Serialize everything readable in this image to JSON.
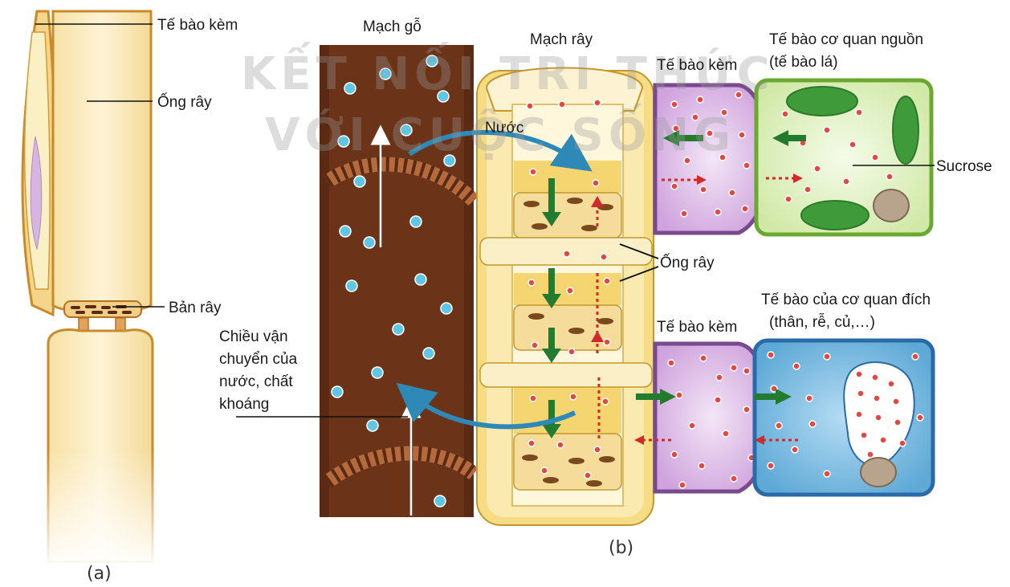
{
  "panel_a": {
    "caption": "(a)",
    "labels": {
      "companion_cell": "Tế bào kèm",
      "sieve_tube": "Ống rây",
      "sieve_plate": "Bản rây"
    }
  },
  "panel_b": {
    "caption": "(b)",
    "labels": {
      "xylem": "Mạch gỗ",
      "phloem": "Mạch rây",
      "water": "Nước",
      "transport_direction_line1": "Chiều vận",
      "transport_direction_line2": "chuyển của",
      "transport_direction_line3": "nước, chất",
      "transport_direction_line4": "khoáng",
      "companion_cell_top": "Tế bào kèm",
      "source_cell_line1": "Tế bào cơ quan nguồn",
      "source_cell_line2": "(tế bào lá)",
      "sucrose": "Sucrose",
      "sieve_tube": "Ống rây",
      "companion_cell_bottom": "Tế bào kèm",
      "sink_cell_line1": "Tế bào của cơ quan đích",
      "sink_cell_line2": "(thân, rễ, củ,…)"
    }
  },
  "watermark": {
    "line1": "KẾT NỐI TRI THỨC",
    "line2": "VỚI CUỘC SỐNG"
  },
  "colors": {
    "xylem_brown": "#6b3419",
    "water_dot": "#5fc6e4",
    "phloem_yellow": "#f6dc84",
    "sucrose_dot": "#e5463e",
    "companion_purple": "#d9b8e4",
    "source_green": "#dff0c0",
    "sink_blue": "#77b9e0",
    "arrow_green": "#237b2f",
    "arrow_blue": "#2f89b6"
  }
}
